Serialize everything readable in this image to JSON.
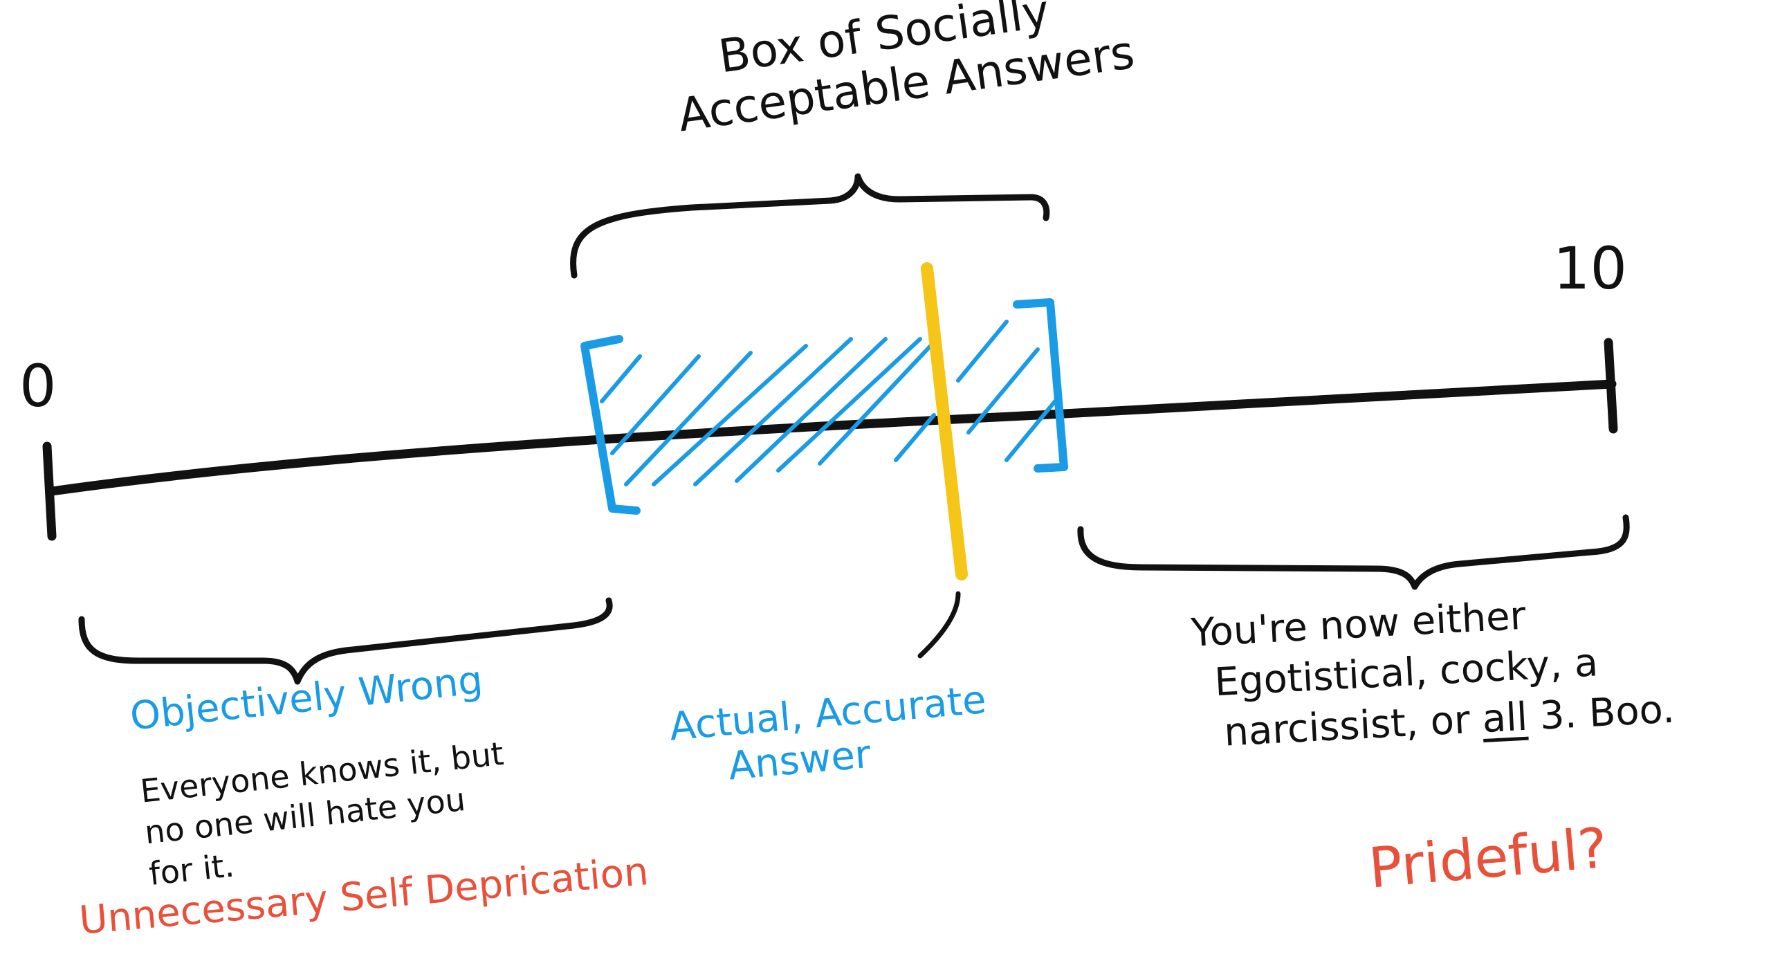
{
  "scale": {
    "min_label": "0",
    "max_label": "10"
  },
  "top_brace": {
    "line1": "Box of Socially",
    "line2": "Acceptable Answers"
  },
  "left_region": {
    "title": "Objectively Wrong",
    "desc_line1": "Everyone knows it, but",
    "desc_line2": "no one will hate you",
    "desc_line3": "for it.",
    "tag": "Unnecessary Self Deprication"
  },
  "middle_marker": {
    "line1": "Actual, Accurate",
    "line2": "Answer"
  },
  "right_region": {
    "line1": "You're now either",
    "line2": "Egotistical, cocky, a",
    "line3_pre": "narcissist, or ",
    "line3_emph": "all",
    "line3_post": " 3. Boo.",
    "tag": "Prideful?"
  },
  "colors": {
    "ink": "#111111",
    "box": "#1a9be6",
    "marker": "#f5c518",
    "red": "#e8503a"
  }
}
